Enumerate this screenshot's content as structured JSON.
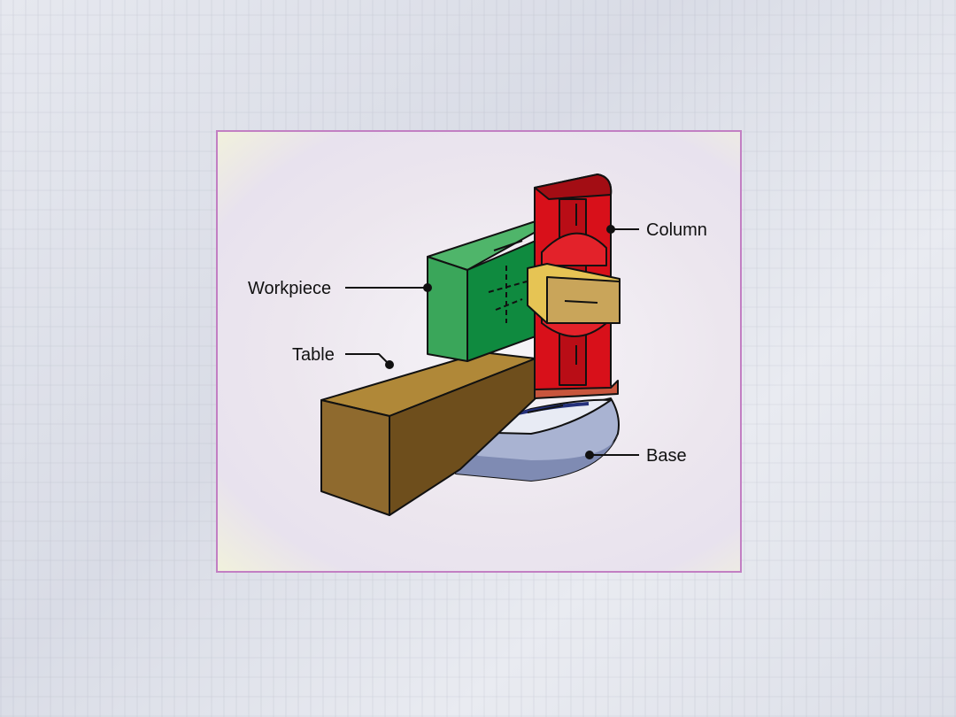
{
  "diagram": {
    "labels": {
      "column": "Column",
      "workpiece": "Workpiece",
      "table": "Table",
      "base": "Base"
    },
    "colors": {
      "frame_border": "#c27fc3",
      "column": "#d8101a",
      "workpiece": "#2f9e4f",
      "table": "#a37a33",
      "base": "#9aa6c8",
      "ram": "#d8b64a"
    }
  }
}
